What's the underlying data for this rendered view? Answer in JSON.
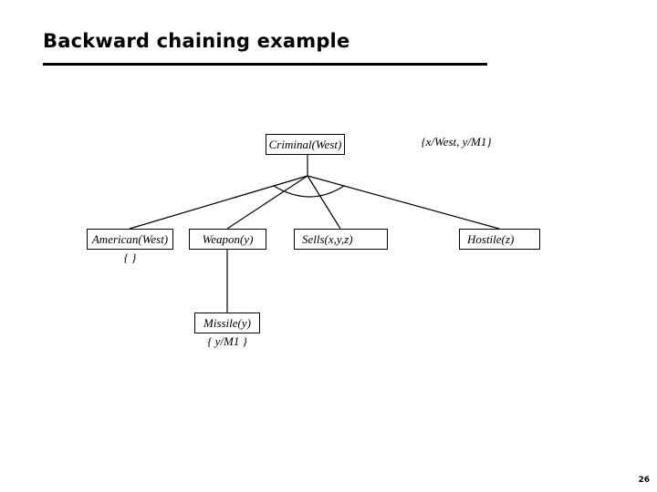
{
  "slide": {
    "title": "Backward chaining example",
    "page_number": "26"
  },
  "diagram": {
    "root": {
      "label": "Criminal(West)",
      "binding": "{x/West, y/M1}"
    },
    "nodes": [
      {
        "id": "criminal",
        "label": "Criminal(West)"
      },
      {
        "id": "american",
        "label": "American(West)"
      },
      {
        "id": "weapon",
        "label": "Weapon(y)"
      },
      {
        "id": "sells",
        "label": "Sells(x,y,z)"
      },
      {
        "id": "hostile",
        "label": "Hostile(z)"
      },
      {
        "id": "missile",
        "label": "Missile(y)"
      }
    ],
    "bindings": [
      {
        "id": "root-binding",
        "text": "{x/West, y/M1}"
      },
      {
        "id": "american-binding",
        "text": "{ }"
      },
      {
        "id": "missile-binding",
        "text": "{ y/M1 }"
      }
    ],
    "connector": "and-arc",
    "line_color": "#000000"
  }
}
